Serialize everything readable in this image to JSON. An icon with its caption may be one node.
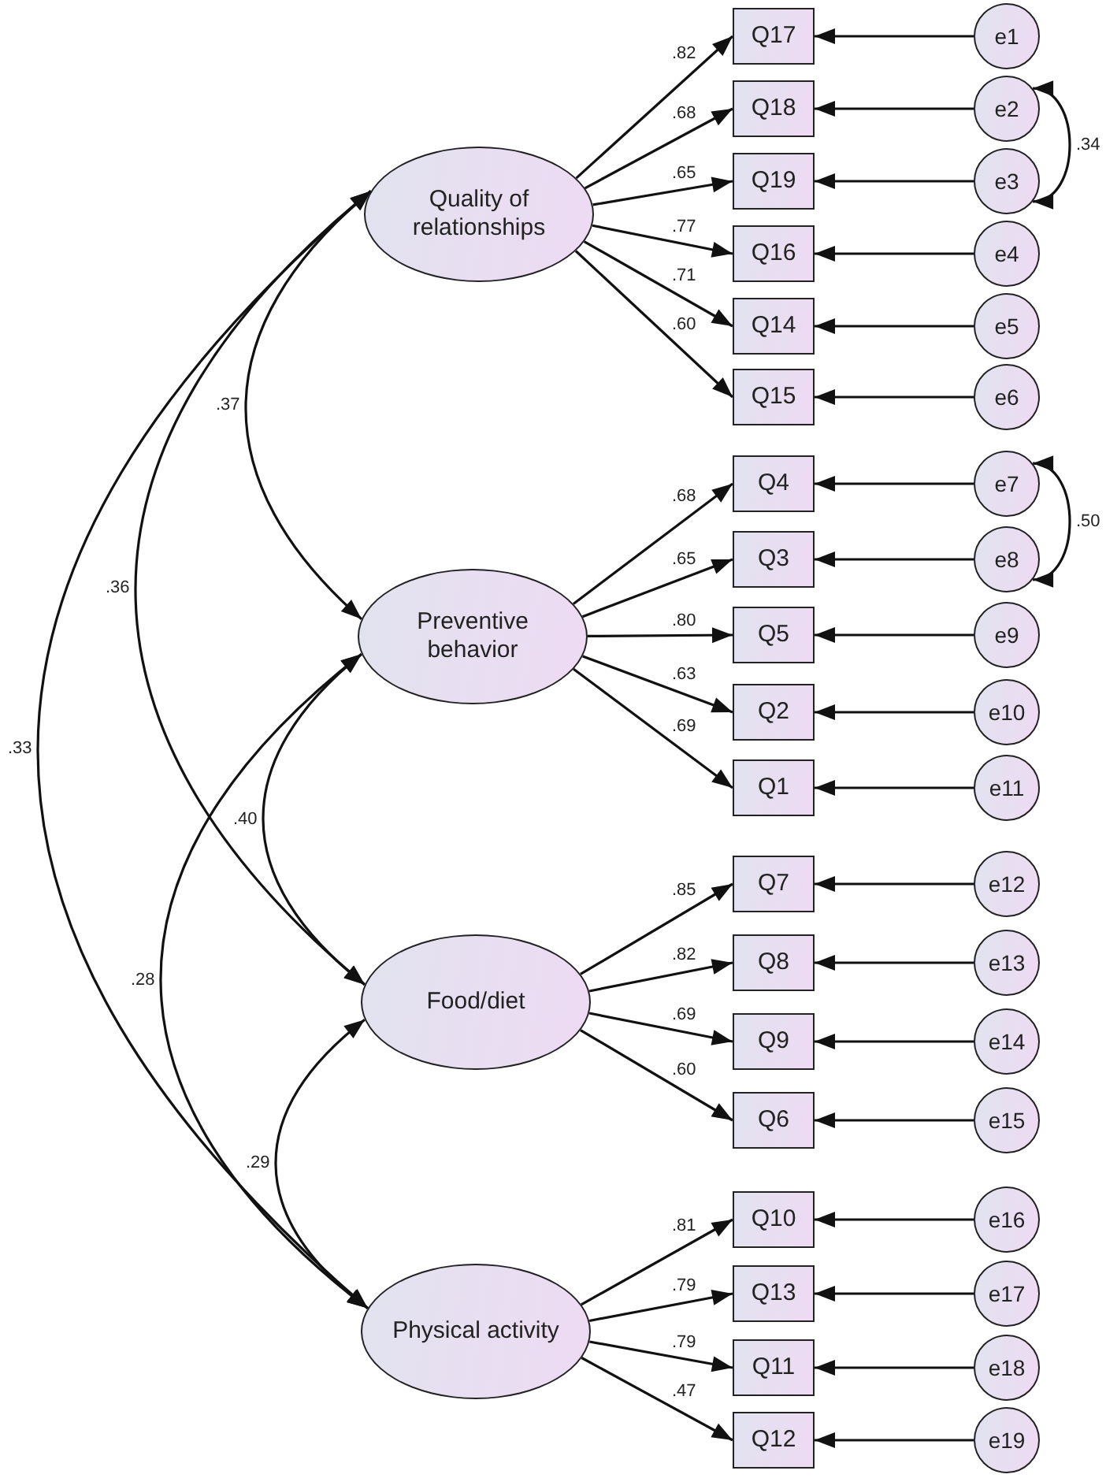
{
  "diagram": {
    "nodes": [
      {
        "text": [
          "Quality of relationships"
        ]
      },
      {
        "text": [
          "Preventive behavior"
        ]
      },
      {
        "text": [
          "Food/diet"
        ]
      },
      {
        "text": [
          "Physical activity"
        ]
      },
      {
        "text": [
          "Q17"
        ]
      },
      {
        "text": [
          "Q18"
        ]
      },
      {
        "text": [
          "Q19"
        ]
      },
      {
        "text": [
          "Q16"
        ]
      },
      {
        "text": [
          "Q14"
        ]
      },
      {
        "text": [
          "Q15"
        ]
      },
      {
        "text": [
          "Q4"
        ]
      },
      {
        "text": [
          "Q3"
        ]
      },
      {
        "text": [
          "Q5"
        ]
      },
      {
        "text": [
          "Q2"
        ]
      },
      {
        "text": [
          "Q1"
        ]
      },
      {
        "text": [
          "Q7"
        ]
      },
      {
        "text": [
          "Q8"
        ]
      },
      {
        "text": [
          "Q9"
        ]
      },
      {
        "text": [
          "Q6"
        ]
      },
      {
        "text": [
          "Q10"
        ]
      },
      {
        "text": [
          "Q13"
        ]
      },
      {
        "text": [
          "Q11"
        ]
      },
      {
        "text": [
          "Q12"
        ]
      },
      {
        "text": [
          "e1"
        ]
      },
      {
        "text": [
          "e2"
        ]
      },
      {
        "text": [
          "e3"
        ]
      },
      {
        "text": [
          "e4"
        ]
      },
      {
        "text": [
          "e5"
        ]
      },
      {
        "text": [
          "e6"
        ]
      },
      {
        "text": [
          "e7"
        ]
      },
      {
        "text": [
          "e8"
        ]
      },
      {
        "text": [
          "e9"
        ]
      },
      {
        "text": [
          "e10"
        ]
      },
      {
        "text": [
          "e11"
        ]
      },
      {
        "text": [
          "e12"
        ]
      },
      {
        "text": [
          "e13"
        ]
      },
      {
        "text": [
          "e14"
        ]
      },
      {
        "text": [
          "e15"
        ]
      },
      {
        "text": [
          "e16"
        ]
      },
      {
        "text": [
          "e17"
        ]
      },
      {
        "text": [
          "e18"
        ]
      },
      {
        "text": [
          "e19"
        ]
      }
    ],
    "edges": [
      {
        "from": 0,
        "to": 4,
        "arrow": "to",
        "label": ".82"
      },
      {
        "from": 0,
        "to": 5,
        "arrow": "to",
        "label": ".68"
      },
      {
        "from": 0,
        "to": 6,
        "arrow": "to",
        "label": ".65"
      },
      {
        "from": 0,
        "to": 7,
        "arrow": "to",
        "label": ".77"
      },
      {
        "from": 0,
        "to": 8,
        "arrow": "to",
        "label": ".71"
      },
      {
        "from": 0,
        "to": 9,
        "arrow": "to",
        "label": ".60"
      },
      {
        "from": 1,
        "to": 10,
        "arrow": "to",
        "label": ".68"
      },
      {
        "from": 1,
        "to": 11,
        "arrow": "to",
        "label": ".65"
      },
      {
        "from": 1,
        "to": 12,
        "arrow": "to",
        "label": ".80"
      },
      {
        "from": 1,
        "to": 13,
        "arrow": "to",
        "label": ".63"
      },
      {
        "from": 1,
        "to": 14,
        "arrow": "to",
        "label": ".69"
      },
      {
        "from": 2,
        "to": 15,
        "arrow": "to",
        "label": ".85"
      },
      {
        "from": 2,
        "to": 16,
        "arrow": "to",
        "label": ".82"
      },
      {
        "from": 2,
        "to": 17,
        "arrow": "to",
        "label": ".69"
      },
      {
        "from": 2,
        "to": 18,
        "arrow": "to",
        "label": ".60"
      },
      {
        "from": 3,
        "to": 19,
        "arrow": "to",
        "label": ".81"
      },
      {
        "from": 3,
        "to": 20,
        "arrow": "to",
        "label": ".79"
      },
      {
        "from": 3,
        "to": 21,
        "arrow": "to",
        "label": ".79"
      },
      {
        "from": 3,
        "to": 22,
        "arrow": "to",
        "label": ".47"
      },
      {
        "from": 23,
        "to": 4,
        "arrow": "to"
      },
      {
        "from": 24,
        "to": 5,
        "arrow": "to"
      },
      {
        "from": 25,
        "to": 6,
        "arrow": "to"
      },
      {
        "from": 26,
        "to": 7,
        "arrow": "to"
      },
      {
        "from": 27,
        "to": 8,
        "arrow": "to"
      },
      {
        "from": 28,
        "to": 9,
        "arrow": "to"
      },
      {
        "from": 29,
        "to": 10,
        "arrow": "to"
      },
      {
        "from": 30,
        "to": 11,
        "arrow": "to"
      },
      {
        "from": 31,
        "to": 12,
        "arrow": "to"
      },
      {
        "from": 32,
        "to": 13,
        "arrow": "to"
      },
      {
        "from": 33,
        "to": 14,
        "arrow": "to"
      },
      {
        "from": 34,
        "to": 15,
        "arrow": "to"
      },
      {
        "from": 35,
        "to": 16,
        "arrow": "to"
      },
      {
        "from": 36,
        "to": 17,
        "arrow": "to"
      },
      {
        "from": 37,
        "to": 18,
        "arrow": "to"
      },
      {
        "from": 38,
        "to": 19,
        "arrow": "to"
      },
      {
        "from": 39,
        "to": 20,
        "arrow": "to"
      },
      {
        "from": 40,
        "to": 21,
        "arrow": "to"
      },
      {
        "from": 41,
        "to": 22,
        "arrow": "to"
      },
      {
        "from": 24,
        "to": 25,
        "arrow": "both",
        "label": ".34"
      },
      {
        "from": 29,
        "to": 30,
        "arrow": "both",
        "label": ".50"
      },
      {
        "from": 0,
        "to": 1,
        "arrow": "both",
        "label": ".37"
      },
      {
        "from": 0,
        "to": 2,
        "arrow": "both",
        "label": ".36"
      },
      {
        "from": 0,
        "to": 3,
        "arrow": "both",
        "label": ".33"
      },
      {
        "from": 1,
        "to": 2,
        "arrow": "both",
        "label": ".40"
      },
      {
        "from": 1,
        "to": 3,
        "arrow": "both",
        "label": ".28"
      },
      {
        "from": 2,
        "to": 3,
        "arrow": "both",
        "label": ".29"
      }
    ]
  }
}
